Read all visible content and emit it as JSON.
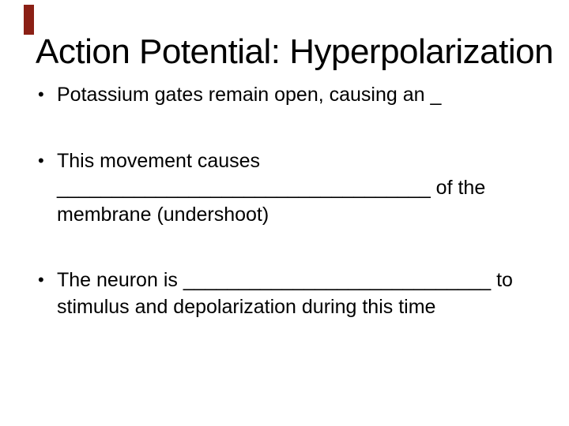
{
  "slide": {
    "accent_color": "#8B2015",
    "bullet_glyph": "•",
    "title": "Action Potential: Hyperpolarization",
    "bullets": [
      {
        "lines": [
          "Potassium gates remain open, causing an _"
        ]
      },
      {
        "lines": [
          "This movement causes",
          "__________________________________ of the",
          "membrane (undershoot)"
        ]
      },
      {
        "lines": [
          "The neuron is ____________________________ to",
          "stimulus and depolarization during this time"
        ]
      }
    ]
  }
}
